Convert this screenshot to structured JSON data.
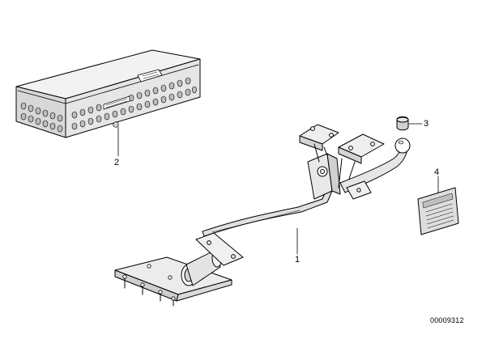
{
  "callouts": {
    "part_1": "1",
    "part_2": "2",
    "part_3": "3",
    "part_4": "4"
  },
  "diagram_code": "00009312",
  "colors": {
    "line": "#000000",
    "fill_box": "#e8e8e8",
    "fill_face": "#d4d4d4",
    "hole": "#bdbdbd",
    "background": "#ffffff"
  }
}
